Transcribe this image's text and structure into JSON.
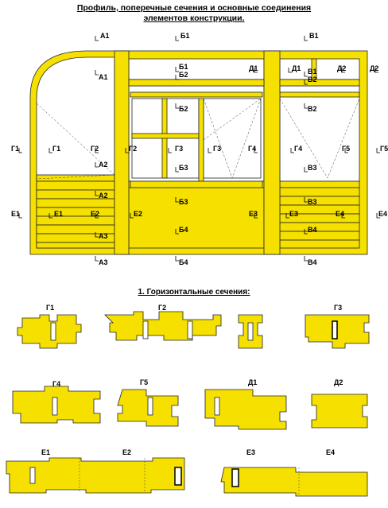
{
  "header": {
    "line1": "Профиль, поперечные сечения и основные соединения",
    "line2": "элементов конструкции."
  },
  "section_title": "1. Горизонтальные сечения:",
  "labels": [
    "А1",
    "Б1",
    "В1",
    "А1",
    "Б1",
    "Б2",
    "Д1",
    "Д1",
    "В1",
    "Д2",
    "Д2",
    "В2",
    "Б2",
    "В2",
    "Г1",
    "Г1",
    "Г2",
    "Г2",
    "Г3",
    "Г3",
    "Г4",
    "Г4",
    "Г5",
    "Г5",
    "А2",
    "Б3",
    "В3",
    "А2",
    "Б3",
    "В3",
    "Е1",
    "Е1",
    "Е2",
    "Е2",
    "Е3",
    "Е3",
    "Е4",
    "Е4",
    "Б4",
    "В4",
    "А3",
    "А3",
    "Б4",
    "В4"
  ],
  "captions": [
    "Г1",
    "Г2",
    "Г3",
    "Г4",
    "Г5",
    "Д1",
    "Д2",
    "Е1",
    "Е2",
    "Е3",
    "Е4"
  ],
  "colors": {
    "wood": "#F5E000",
    "outline": "#222222",
    "dash": "#444444"
  }
}
